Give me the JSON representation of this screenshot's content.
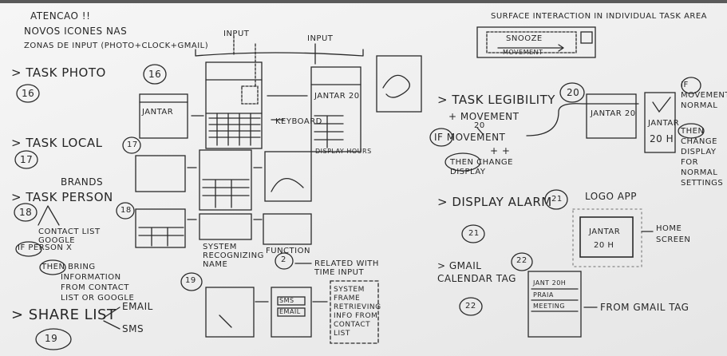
{
  "board": {
    "notes": {
      "attention": "ATENCAO !!",
      "new_icons": "NOVOS ICONES NAS",
      "input_zones": "ZONAS DE INPUT (PHOTO+CLOCK+GMAIL)",
      "input_top_left": "INPUT",
      "input_top_right": "INPUT",
      "keyboard": "KEYBOARD",
      "display_hours": "DISPLAY HOURS",
      "surface_interaction": "SURFACE INTERACTION IN INDIVIDUAL TASK AREA",
      "snooze": "SNOOZE",
      "movement_label": "MOVEMENT"
    },
    "tasks_left": [
      {
        "label": "> TASK PHOTO",
        "number": "16"
      },
      {
        "label": "> TASK LOCAL",
        "number": "17"
      },
      {
        "label": "> TASK PERSON",
        "number": "18"
      },
      {
        "label": "> SHARE LIST",
        "number": "19"
      }
    ],
    "brands": "BRANDS",
    "contact_list": "CONTACT LIST GOOGLE",
    "if_person": "IF PERSON X",
    "then_bring": "THEN BRING",
    "information": "INFORMATION",
    "from_contact": "FROM CONTACT",
    "list_google": "LIST OR GOOGLE",
    "email": "EMAIL",
    "sms": "SMS",
    "system_recognizing": "SYSTEM RECOGNIZING NAME",
    "function": "FUNCTION",
    "related_time": "RELATED WITH TIME INPUT",
    "system_frame": "SYSTEM FRAME RETRIEVING INFO FROM CONTACT LIST",
    "circle_numbers": {
      "n16": "16",
      "n17": "17",
      "n18": "18",
      "n19": "19",
      "n2": "2",
      "n20": "20",
      "n21": "21",
      "n22": "22"
    },
    "tasks_right": {
      "legibility": "> TASK LEGIBILITY",
      "plus_movement": "+ MOVEMENT",
      "if_movement": "IF  MOVEMENT",
      "plus_plus": "+ +",
      "then_change": "THEN  CHANGE DISPLAY",
      "display_alarm": "> DISPLAY ALARM",
      "gmail_calendar": "> GMAIL CALENDAR TAG",
      "logo_app": "LOGO APP",
      "home_screen": "HOME SCREEN",
      "from_gmail_tag": "FROM GMAIL TAG",
      "if_movement_normal": "IF  MOVEMENT NORMAL",
      "then_change_normal": "THEN  CHANGE DISPLAY FOR NORMAL SETTINGS"
    },
    "screen_texts": {
      "jantar": "JANTAR",
      "jantar_20h": "JANTAR 20H",
      "jantar_20": "JANTAR 20",
      "jantar_time": "20 H",
      "sms_btn": "SMS",
      "email_btn": "EMAIL",
      "jant_20h": "JANT 20H",
      "praia": "PRAIA",
      "meeting": "MEETING"
    }
  }
}
